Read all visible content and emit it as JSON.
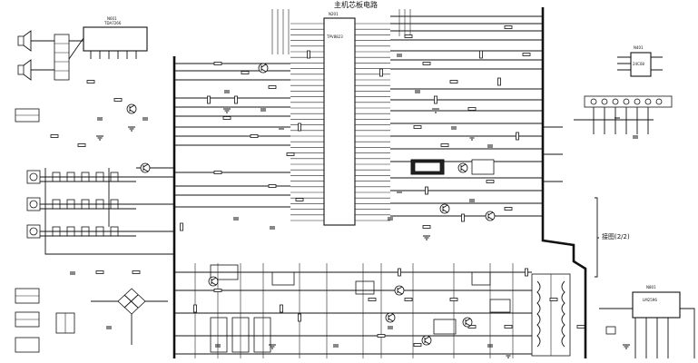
{
  "diagram": {
    "title": "主机芯板电路",
    "side_label": "接图(2/2)",
    "main_ic": {
      "ref": "N201",
      "part": "TPV8823"
    },
    "audio_amp": {
      "ref": "N601",
      "part": "TDA7266"
    },
    "eeprom": {
      "ref": "N401",
      "part": "24C08"
    },
    "regulator": {
      "ref": "N801",
      "part": "LM2596"
    }
  }
}
